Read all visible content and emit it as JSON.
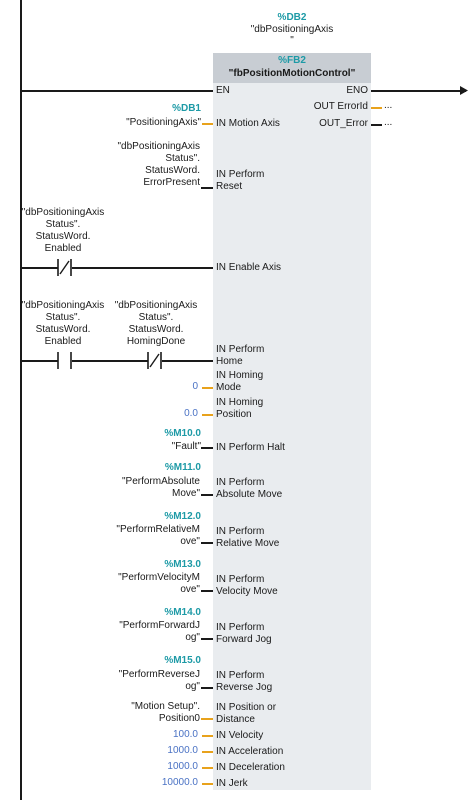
{
  "instance": {
    "address": "%DB2",
    "name": "\"dbPositioningAxis",
    "name_cont": "\""
  },
  "block": {
    "address": "%FB2",
    "name": "\"fbPositionMotionControl\""
  },
  "en": "EN",
  "eno": "ENO",
  "outputs": [
    {
      "label": "OUT ErrorId",
      "value": "..."
    },
    {
      "label": "OUT_Error",
      "value": "..."
    }
  ],
  "inputs": {
    "motion_axis": {
      "address": "%DB1",
      "tag": "\"PositioningAxis\"",
      "label": "IN Motion Axis"
    },
    "perform_reset": {
      "tag_lines": [
        "\"dbPositioningAxis",
        "Status\".",
        "StatusWord.",
        "ErrorPresent"
      ],
      "label_lines": [
        "IN Perform",
        "Reset"
      ]
    },
    "enable_axis": {
      "contact_lines": [
        "\"dbPositioningAxis",
        "Status\".",
        "StatusWord.",
        "Enabled"
      ],
      "label": "IN Enable Axis"
    },
    "perform_home": {
      "contact1_lines": [
        "\"dbPositioningAxis",
        "Status\".",
        "StatusWord.",
        "Enabled"
      ],
      "contact2_lines": [
        "\"dbPositioningAxis",
        "Status\".",
        "StatusWord.",
        "HomingDone"
      ],
      "label_lines": [
        "IN Perform",
        "Home"
      ]
    },
    "homing_mode": {
      "value": "0",
      "label_lines": [
        "IN Homing",
        "Mode"
      ]
    },
    "homing_position": {
      "value": "0.0",
      "label_lines": [
        "IN Homing",
        "Position"
      ]
    },
    "perform_halt": {
      "address": "%M10.0",
      "tag": "\"Fault\"",
      "label": "IN Perform Halt"
    },
    "absolute_move": {
      "address": "%M11.0",
      "tag_lines": [
        "\"PerformAbsolute",
        "Move\""
      ],
      "label_lines": [
        "IN Perform",
        "Absolute Move"
      ]
    },
    "relative_move": {
      "address": "%M12.0",
      "tag_lines": [
        "\"PerformRelativeM",
        "ove\""
      ],
      "label_lines": [
        "IN Perform",
        "Relative Move"
      ]
    },
    "velocity_move": {
      "address": "%M13.0",
      "tag_lines": [
        "\"PerformVelocityM",
        "ove\""
      ],
      "label_lines": [
        "IN Perform",
        "Velocity Move"
      ]
    },
    "forward_jog": {
      "address": "%M14.0",
      "tag_lines": [
        "\"PerformForwardJ",
        "og\""
      ],
      "label_lines": [
        "IN Perform",
        "Forward Jog"
      ]
    },
    "reverse_jog": {
      "address": "%M15.0",
      "tag_lines": [
        "\"PerformReverseJ",
        "og\""
      ],
      "label_lines": [
        "IN Perform",
        "Reverse Jog"
      ]
    },
    "position_or_distance": {
      "tag_lines": [
        "\"Motion Setup\".",
        "Position0"
      ],
      "label_lines": [
        "IN Position or",
        "Distance"
      ]
    },
    "velocity": {
      "value": "100.0",
      "label": "IN Velocity"
    },
    "acceleration": {
      "value": "1000.0",
      "label": "IN Acceleration"
    },
    "deceleration": {
      "value": "1000.0",
      "label": "IN Deceleration"
    },
    "jerk": {
      "value": "10000.0",
      "label": "IN Jerk"
    }
  },
  "colors": {
    "block": "#e9ecef",
    "header": "#c8cdd3",
    "address": "#1d9aa6",
    "constant": "#4a72c4",
    "wire": "#e8a21c"
  }
}
